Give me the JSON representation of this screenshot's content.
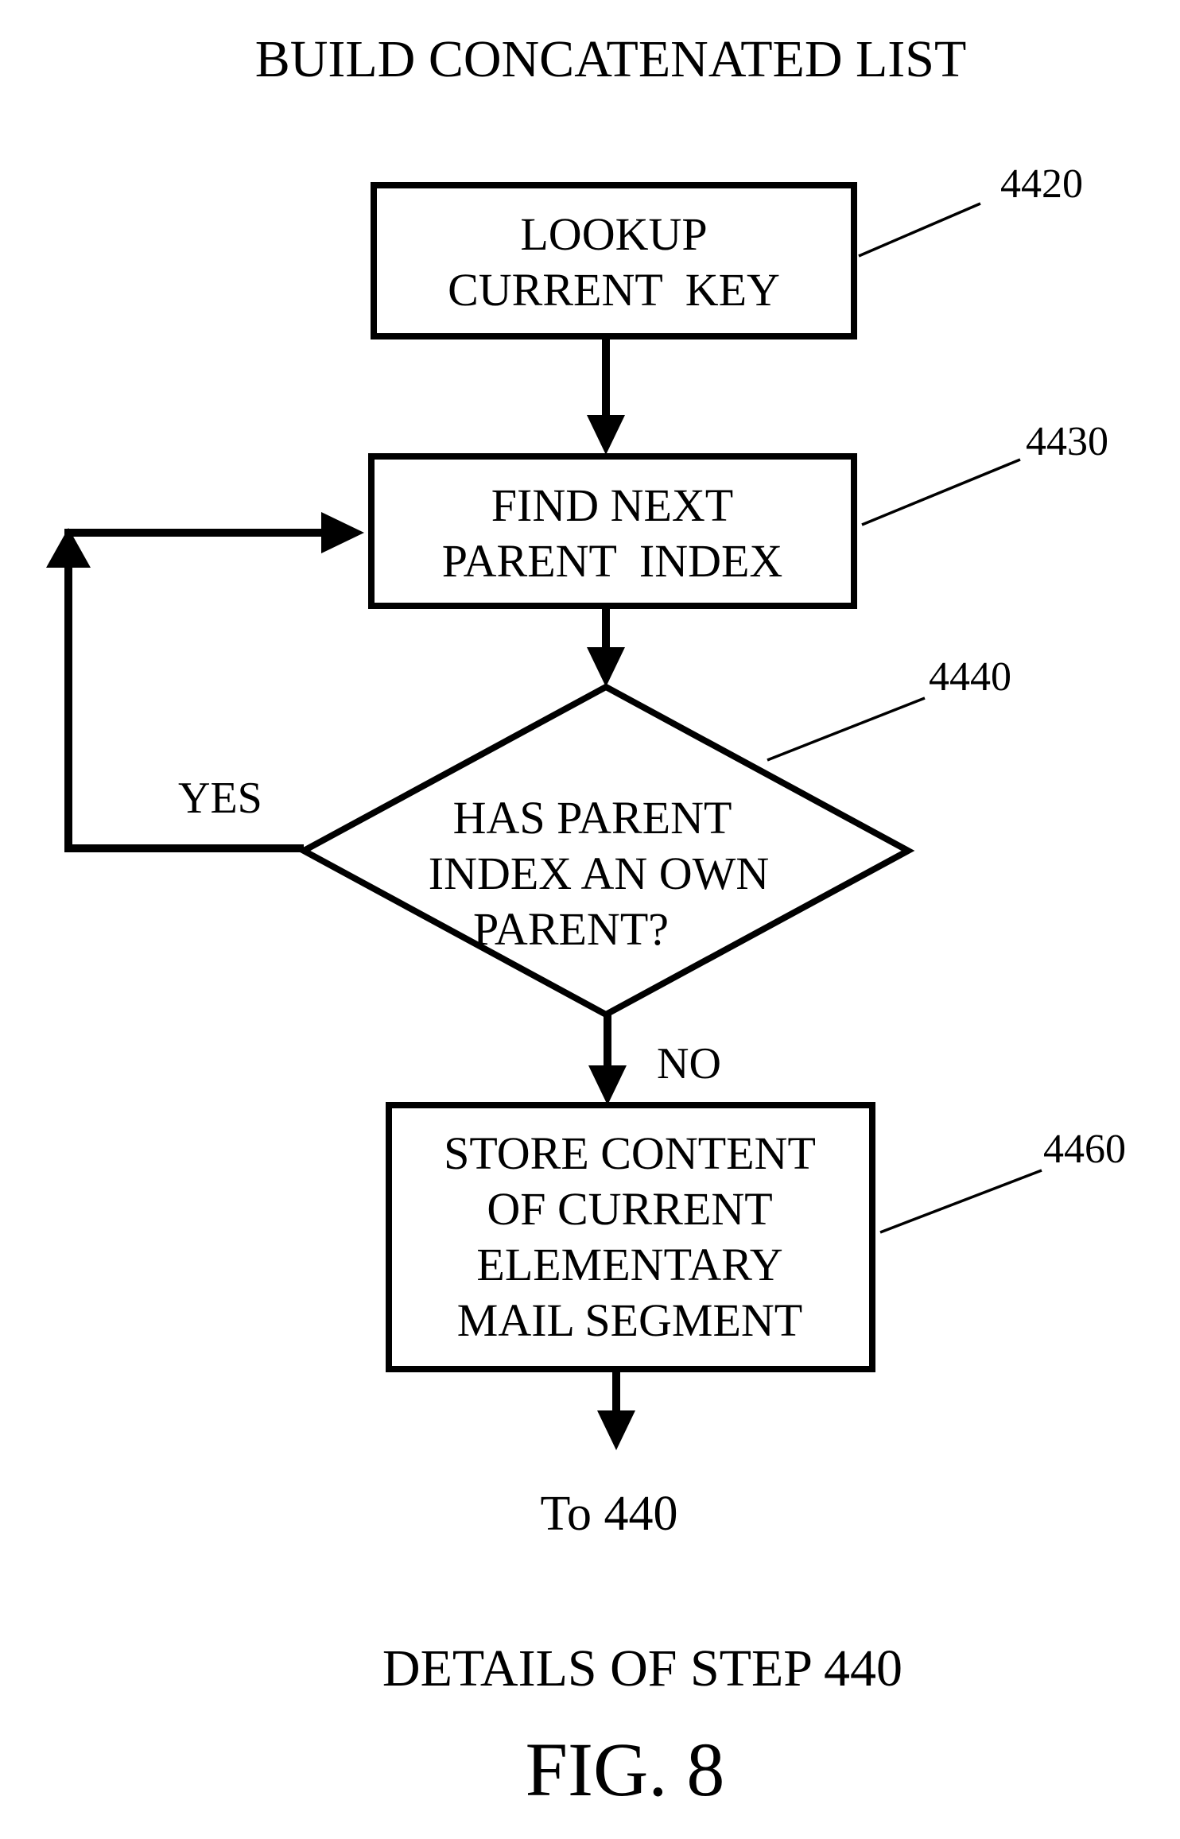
{
  "title": "BUILD CONCATENATED LIST",
  "nodes": {
    "lookup": {
      "lines": [
        "LOOKUP",
        "CURRENT  KEY"
      ],
      "ref": "4420"
    },
    "find_parent": {
      "lines": [
        "FIND NEXT",
        "PARENT  INDEX"
      ],
      "ref": "4430"
    },
    "decision": {
      "lines": [
        "HAS PARENT",
        "INDEX AN OWN",
        "PARENT?"
      ],
      "ref": "4440"
    },
    "store": {
      "lines": [
        "STORE CONTENT",
        "OF CURRENT",
        "ELEMENTARY",
        "MAIL SEGMENT"
      ],
      "ref": "4460"
    }
  },
  "edges": {
    "yes_label": "YES",
    "no_label": "NO"
  },
  "exit_label": "To 440",
  "caption": "DETAILS OF STEP 440",
  "figure_label": "FIG. 8"
}
